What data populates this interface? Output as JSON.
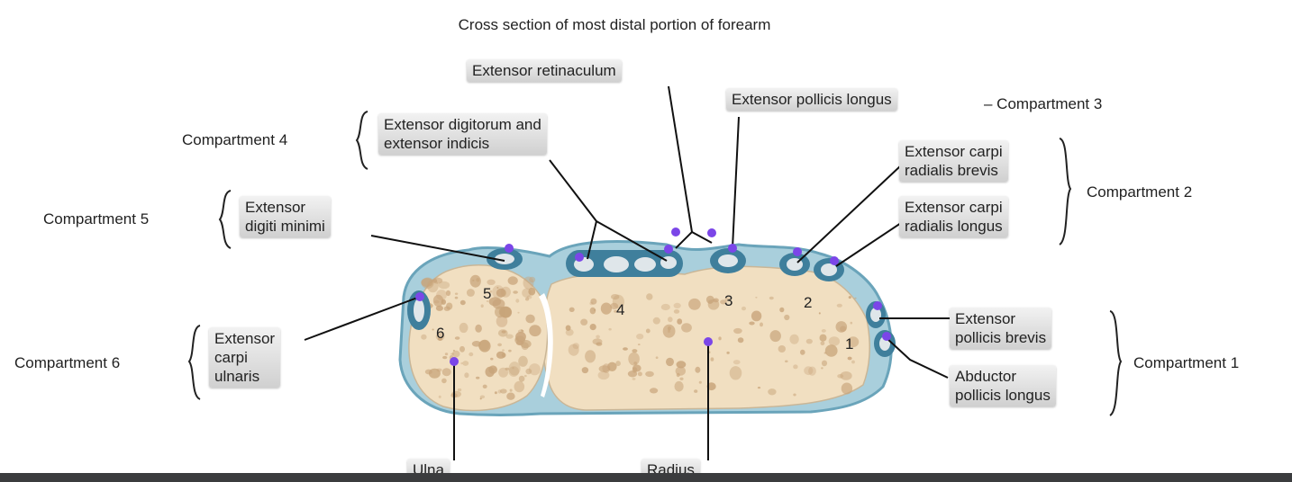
{
  "title": "Cross section of most distal portion of forearm",
  "labels": {
    "extensor_retinaculum": "Extensor retinaculum",
    "extensor_pollicis_longus": "Extensor pollicis longus",
    "compartment_3": "– Compartment 3",
    "compartment_4": "Compartment 4",
    "ext_digitorum_l1": "Extensor digitorum and",
    "ext_digitorum_l2": "extensor indicis",
    "ecrb_l1": "Extensor carpi",
    "ecrb_l2": "radialis brevis",
    "ecrl_l1": "Extensor carpi",
    "ecrl_l2": "radialis longus",
    "compartment_2": "Compartment 2",
    "compartment_5": "Compartment 5",
    "edm_l1": "Extensor",
    "edm_l2": "digiti minimi",
    "compartment_6": "Compartment 6",
    "ecu_l1": "Extensor",
    "ecu_l2": "carpi",
    "ecu_l3": "ulnaris",
    "epb_l1": "Extensor",
    "epb_l2": "pollicis brevis",
    "apl_l1": "Abductor",
    "apl_l2": "pollicis longus",
    "compartment_1": "Compartment 1",
    "ulna": "Ulna",
    "radius": "Radius"
  },
  "bone_numbers": [
    "1",
    "2",
    "3",
    "4",
    "5",
    "6"
  ],
  "colors": {
    "bone": "#f1dfc1",
    "bone_speckle": "#c8a47a",
    "sheath": "#9cc7d6",
    "sheath_dark": "#2e6a86",
    "pin": "#7b46e8"
  }
}
